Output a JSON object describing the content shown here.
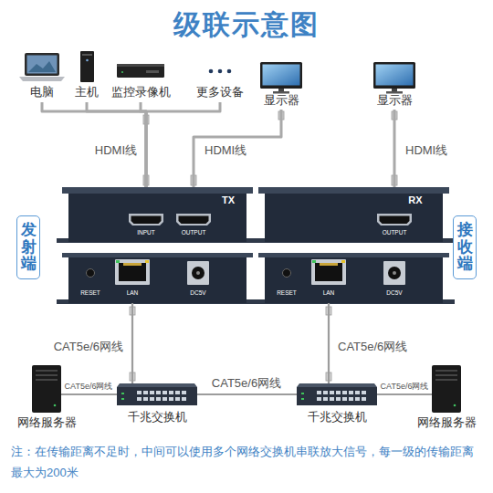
{
  "diagram": {
    "title": "级联示意图",
    "nodes": [
      {
        "text": [
          "电脑"
        ]
      },
      {
        "text": [
          "主机"
        ]
      },
      {
        "text": [
          "监控录像机"
        ]
      },
      {
        "text": [
          "更多设备"
        ]
      },
      {
        "text": [
          "显示器"
        ]
      },
      {
        "text": [
          "显示器"
        ]
      },
      {
        "text": [
          "TX",
          "INPUT",
          "OUTPUT"
        ]
      },
      {
        "text": [
          "RX",
          "OUTPUT"
        ]
      },
      {
        "text": [
          "RESET",
          "LAN",
          "DC5V"
        ]
      },
      {
        "text": [
          "RESET",
          "LAN",
          "DC5V"
        ]
      },
      {
        "text": [
          "发射端"
        ]
      },
      {
        "text": [
          "接收端"
        ]
      },
      {
        "text": [
          "网络服务器"
        ]
      },
      {
        "text": [
          "千兆交换机"
        ]
      },
      {
        "text": [
          "千兆交换机"
        ]
      },
      {
        "text": [
          "网络服务器"
        ]
      }
    ],
    "edges": [
      {
        "from": 0,
        "to": 6,
        "arrow": "none"
      },
      {
        "from": 1,
        "to": 6,
        "arrow": "none",
        "label": "HDMI线"
      },
      {
        "from": 2,
        "to": 6,
        "arrow": "none"
      },
      {
        "from": 3,
        "to": 6,
        "arrow": "none"
      },
      {
        "from": 6,
        "to": 4,
        "arrow": "none",
        "label": "HDMI线"
      },
      {
        "from": 7,
        "to": 5,
        "arrow": "none",
        "label": "HDMI线"
      },
      {
        "from": 8,
        "to": 13,
        "arrow": "none",
        "label": "CAT5e/6网线"
      },
      {
        "from": 9,
        "to": 14,
        "arrow": "none",
        "label": "CAT5e/6网线"
      },
      {
        "from": 12,
        "to": 13,
        "arrow": "none",
        "label": "CAT5e/6网线"
      },
      {
        "from": 13,
        "to": 14,
        "arrow": "none",
        "label": "CAT5e/6网线"
      },
      {
        "from": 15,
        "to": 14,
        "arrow": "none",
        "label": "CAT5e/6网线"
      }
    ],
    "labels": [
      "注：在传输距离不足时，中间可以使用多个网络交换机串联放大信号，每一级的传输距离最大为200米"
    ]
  }
}
